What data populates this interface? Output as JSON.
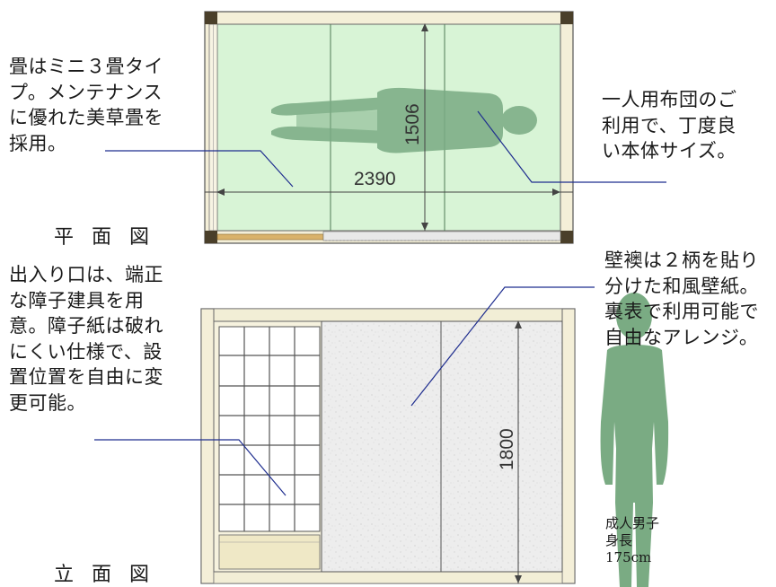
{
  "plan_view": {
    "title": "平面図",
    "width_dimension": "2390",
    "depth_dimension": "1506"
  },
  "elevation_view": {
    "title": "立面図",
    "height_dimension": "1800"
  },
  "notes": {
    "tatami": "畳はミニ３畳タイ\nプ。メンテナンス\nに優れた美草畳を\n採用。",
    "futon": "一人用布団のご\n利用で、丁度良\nい本体サイズ。",
    "wallpaper": "壁襖は２柄を貼り\n分けた和風壁紙。\n裏表で利用可能で\n自由なアレンジ。",
    "entrance": "出入り口は、端正\nな障子建具を用\n意。障子紙は破れ\nにくい仕様で、設\n置位置を自由に変\n更可能。"
  },
  "scale_figure": {
    "caption": "成人男子\n身長\n175cm"
  },
  "colors": {
    "tatami_fill": "#d8f4d6",
    "frame_fill": "#f4efd8",
    "corner_post": "#4a3f2a",
    "figure_green": "#7aab83",
    "leader_line": "#1f2e8f",
    "wall_paper": "#ececec"
  },
  "icons": {
    "plan_person": "lying-person-silhouette-icon",
    "standing_person": "standing-person-silhouette-icon"
  }
}
